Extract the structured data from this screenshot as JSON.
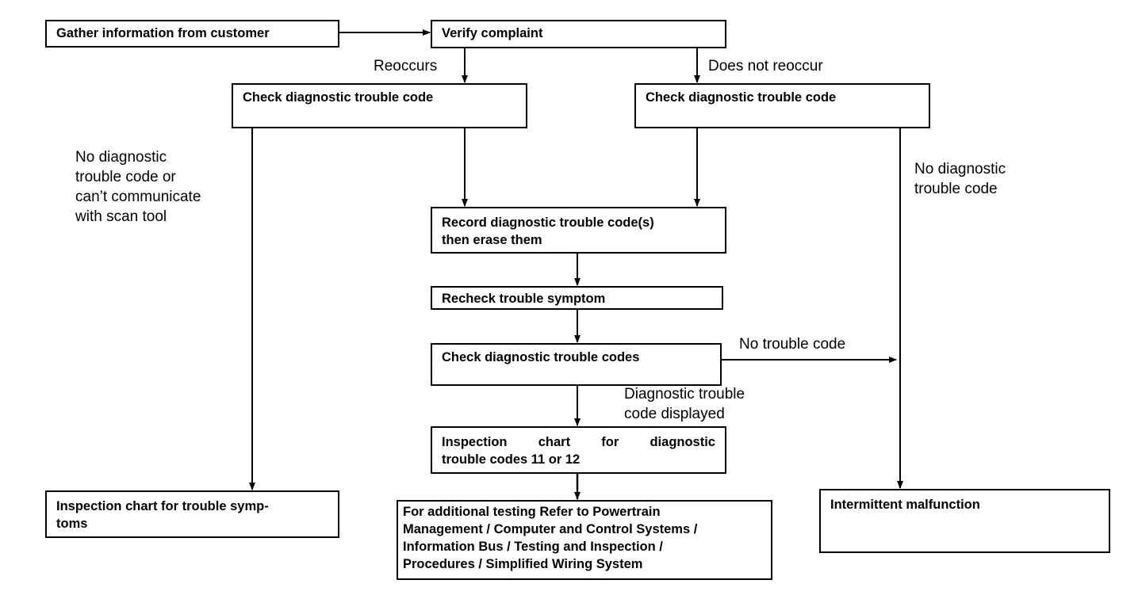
{
  "nodes": {
    "gather": "Gather information from customer",
    "verify": "Verify complaint",
    "check_left": "Check diagnostic trouble code",
    "check_right": "Check diagnostic trouble code",
    "record_line1": "Record diagnostic trouble code(s)",
    "record_line2": "then erase them",
    "recheck": "Recheck trouble symptom",
    "check_codes": "Check diagnostic trouble codes",
    "inspection_codes_line1": "Inspection chart for diagnostic",
    "inspection_codes_line2": "trouble codes  11 or 12",
    "inspection_symptoms_line1": "Inspection chart for trouble symp-",
    "inspection_symptoms_line2": "toms",
    "additional_line1": "For additional testing Refer to Powertrain",
    "additional_line2": "Management / Computer and Control Systems /",
    "additional_line3": "Information Bus / Testing and Inspection /",
    "additional_line4": "Procedures / Simplified Wiring System",
    "intermittent": "Intermittent malfunction"
  },
  "edge_labels": {
    "reoccurs": "Reoccurs",
    "does_not_reoccur": "Does not reoccur",
    "no_code_left_line1": "No diagnostic",
    "no_code_left_line2": "trouble code or",
    "no_code_left_line3": "can’t communicate",
    "no_code_left_line4": "with scan tool",
    "no_code_right_line1": "No diagnostic",
    "no_code_right_line2": "trouble code",
    "no_trouble_code": "No trouble code",
    "code_displayed_line1": "Diagnostic trouble",
    "code_displayed_line2": "code displayed"
  }
}
